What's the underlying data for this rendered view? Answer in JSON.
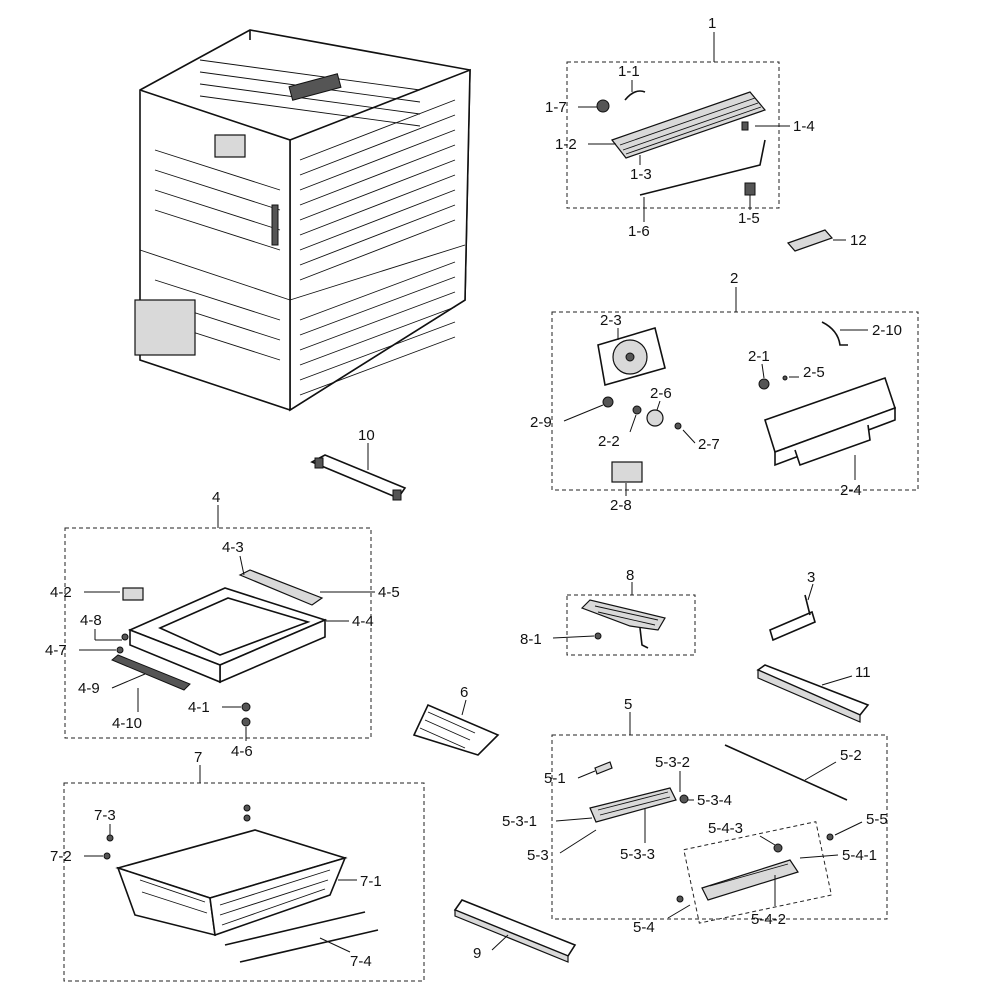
{
  "callouts": {
    "c1": "1",
    "c1_1": "1-1",
    "c1_2": "1-2",
    "c1_3": "1-3",
    "c1_4": "1-4",
    "c1_5": "1-5",
    "c1_6": "1-6",
    "c1_7": "1-7",
    "c2": "2",
    "c2_1": "2-1",
    "c2_2": "2-2",
    "c2_3": "2-3",
    "c2_4": "2-4",
    "c2_5": "2-5",
    "c2_6": "2-6",
    "c2_7": "2-7",
    "c2_8": "2-8",
    "c2_9": "2-9",
    "c2_10": "2-10",
    "c3": "3",
    "c4": "4",
    "c4_1": "4-1",
    "c4_2": "4-2",
    "c4_3": "4-3",
    "c4_4": "4-4",
    "c4_5": "4-5",
    "c4_6": "4-6",
    "c4_7": "4-7",
    "c4_8": "4-8",
    "c4_9": "4-9",
    "c4_10": "4-10",
    "c5": "5",
    "c5_1": "5-1",
    "c5_2": "5-2",
    "c5_3": "5-3",
    "c5_3_1": "5-3-1",
    "c5_3_2": "5-3-2",
    "c5_3_3": "5-3-3",
    "c5_3_4": "5-3-4",
    "c5_4": "5-4",
    "c5_4_1": "5-4-1",
    "c5_4_2": "5-4-2",
    "c5_4_3": "5-4-3",
    "c5_5": "5-5",
    "c6": "6",
    "c7": "7",
    "c7_1": "7-1",
    "c7_2": "7-2",
    "c7_3": "7-3",
    "c7_4": "7-4",
    "c8": "8",
    "c8_1": "8-1",
    "c9": "9",
    "c10": "10",
    "c11": "11",
    "c12": "12"
  }
}
